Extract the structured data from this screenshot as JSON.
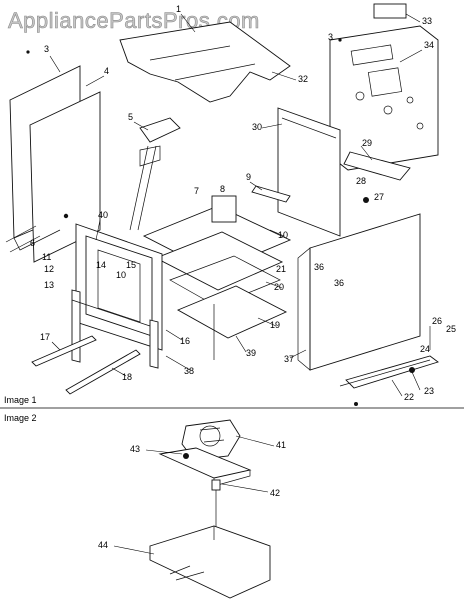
{
  "watermark": "AppliancePartsPros.com",
  "sections": {
    "image1": "Image 1",
    "image2": "Image 2"
  },
  "image1_callouts": [
    "1",
    "33",
    "3",
    "34",
    "3",
    "4",
    "32",
    "5",
    "30",
    "29",
    "28",
    "27",
    "9",
    "7",
    "8",
    "10",
    "6",
    "40",
    "11",
    "14",
    "15",
    "10",
    "12",
    "13",
    "21",
    "20",
    "36",
    "36",
    "19",
    "37",
    "17",
    "16",
    "38",
    "39",
    "26",
    "25",
    "24",
    "23",
    "22",
    "18"
  ],
  "image2_callouts": [
    "43",
    "41",
    "42",
    "44"
  ]
}
